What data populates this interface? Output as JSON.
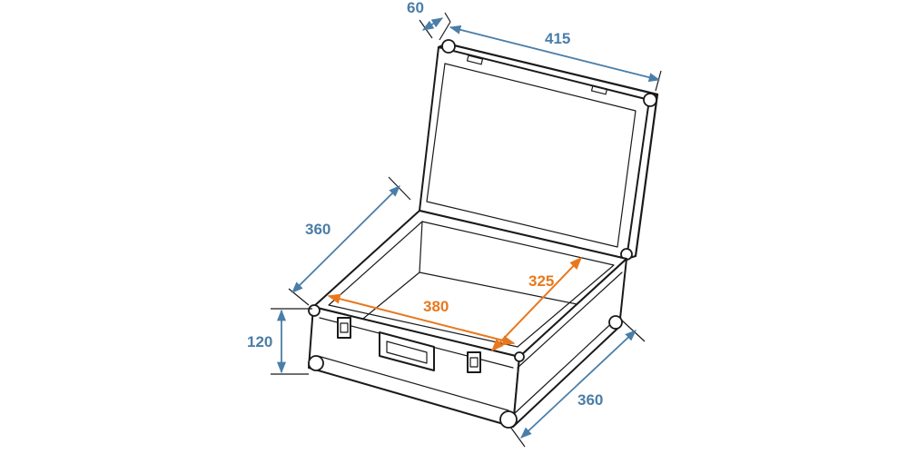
{
  "colors": {
    "outer_dimension": "#4a7ea8",
    "inner_dimension": "#e8781e",
    "outline": "#1a1a1a"
  },
  "dimensions": {
    "lid_depth": "60",
    "lid_width": "415",
    "case_depth": "360",
    "case_height": "120",
    "inner_width": "380",
    "inner_depth": "325",
    "case_width": "360"
  }
}
